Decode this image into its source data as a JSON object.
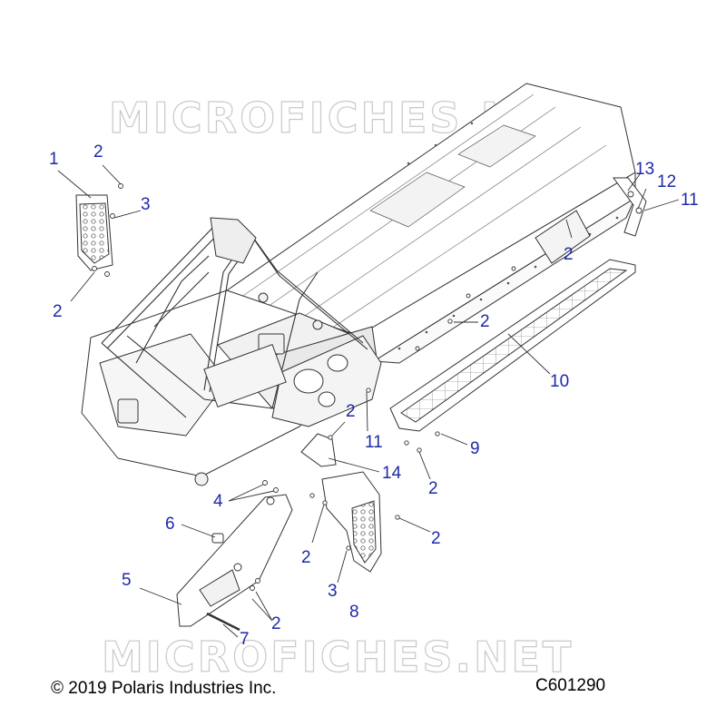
{
  "watermark": {
    "top": "MICROFICHES.NET",
    "bottom": "MICROFICHES.NET",
    "color": "#c9c9c9"
  },
  "callouts": {
    "c1": "1",
    "c2a": "2",
    "c3a": "3",
    "c2b": "2",
    "c13": "13",
    "c12": "12",
    "c11a": "11",
    "c2c": "2",
    "c2d": "2",
    "c10": "10",
    "c2e": "2",
    "c11b": "11",
    "c9": "9",
    "c14": "14",
    "c2f": "2",
    "c4": "4",
    "c6": "6",
    "c2g": "2",
    "c2h": "2",
    "c5": "5",
    "c3b": "3",
    "c8": "8",
    "c2i": "2",
    "c7": "7"
  },
  "footer": {
    "copyright": "© 2019 Polaris Industries Inc.",
    "code": "C601290"
  },
  "colors": {
    "callout": "#1f2aa8",
    "linework": "#333333"
  }
}
